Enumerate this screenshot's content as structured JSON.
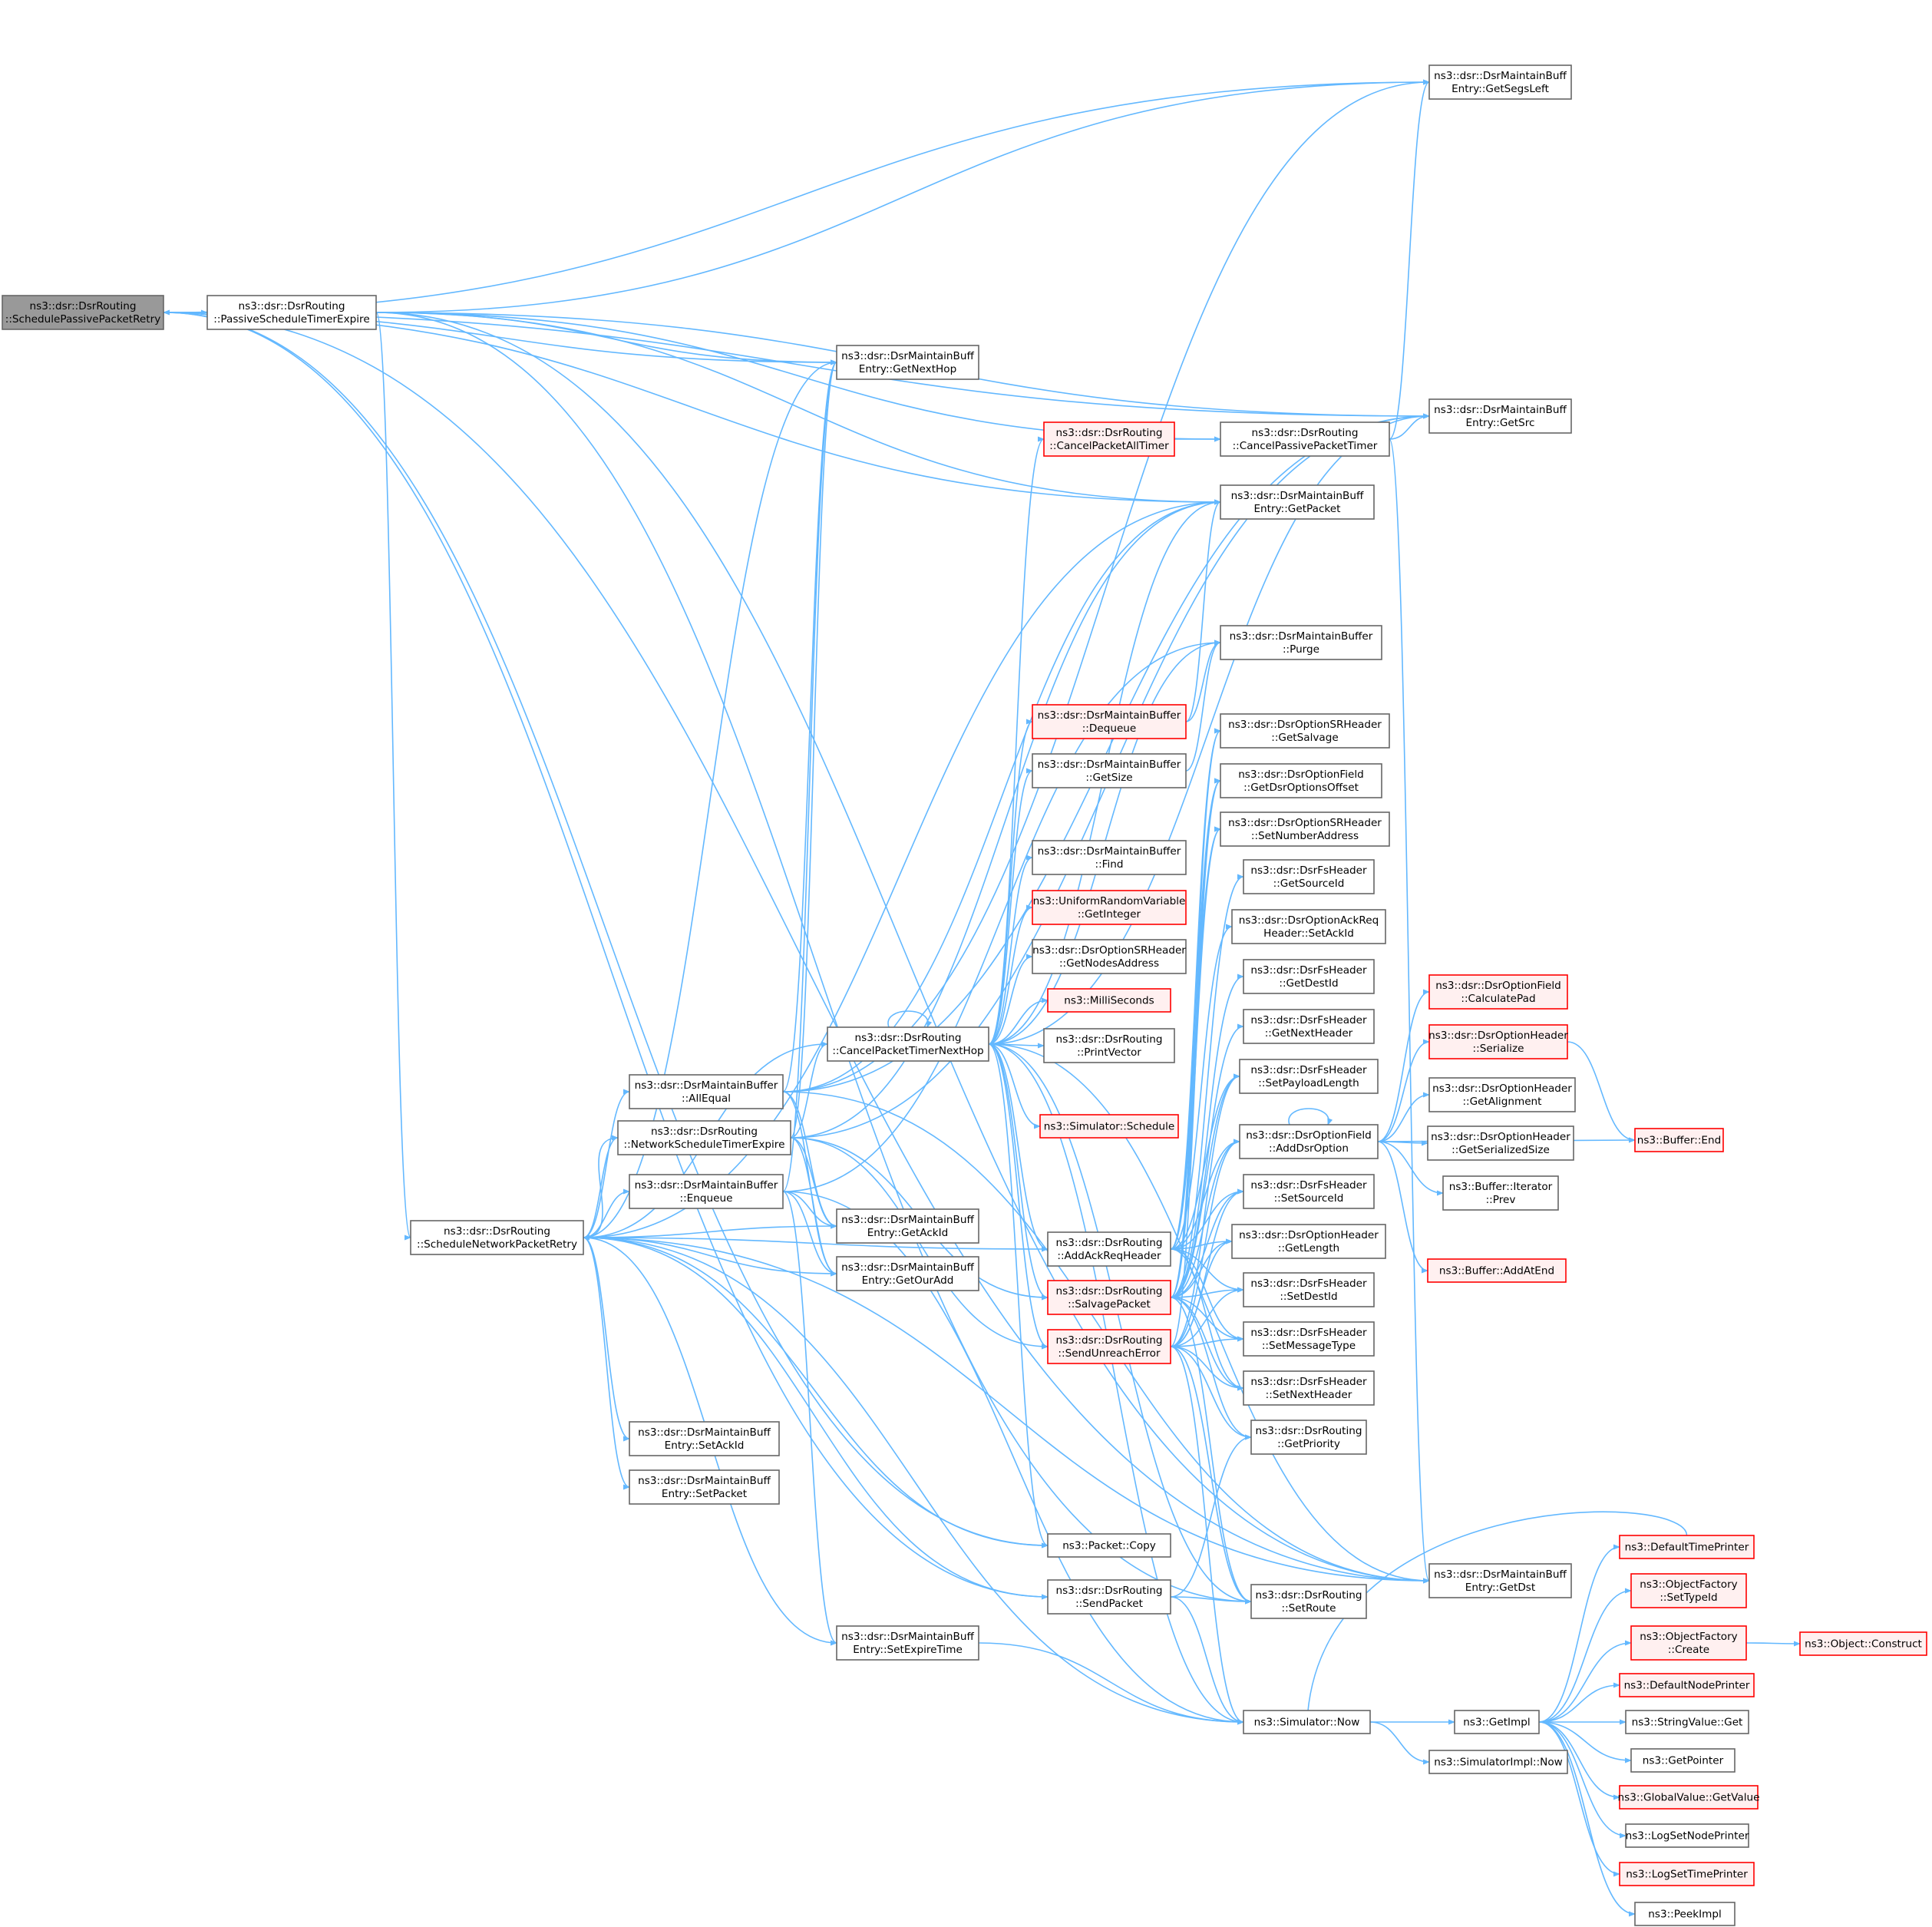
{
  "colors": {
    "edge": "#63b8ff",
    "node_fill": "#ffffff",
    "node_border": "#666666",
    "focus_fill": "#999999",
    "focus_border": "#666666",
    "truncated_fill": "#fff0f0",
    "truncated_border": "#ff0000"
  },
  "nodes": [
    {
      "id": "n0",
      "style": "focus",
      "lines": [
        "ns3::dsr::DsrRouting",
        "::SchedulePassivePacketRetry"
      ]
    },
    {
      "id": "n1",
      "style": "normal",
      "lines": [
        "ns3::dsr::DsrRouting",
        "::PassiveScheduleTimerExpire"
      ]
    },
    {
      "id": "n2",
      "style": "normal",
      "lines": [
        "ns3::dsr::DsrRouting",
        "::ScheduleNetworkPacketRetry"
      ]
    },
    {
      "id": "n3",
      "style": "normal",
      "lines": [
        "ns3::dsr::DsrMaintainBuffer",
        "::AllEqual"
      ]
    },
    {
      "id": "n4",
      "style": "normal",
      "lines": [
        "ns3::dsr::DsrRouting",
        "::NetworkScheduleTimerExpire"
      ]
    },
    {
      "id": "n5",
      "style": "normal",
      "lines": [
        "ns3::dsr::DsrMaintainBuffer",
        "::Enqueue"
      ]
    },
    {
      "id": "n6",
      "style": "normal",
      "lines": [
        "ns3::dsr::DsrMaintainBuff",
        "Entry::SetAckId"
      ]
    },
    {
      "id": "n7",
      "style": "normal",
      "lines": [
        "ns3::dsr::DsrMaintainBuff",
        "Entry::SetPacket"
      ]
    },
    {
      "id": "n8",
      "style": "normal",
      "lines": [
        "ns3::dsr::DsrMaintainBuff",
        "Entry::GetNextHop"
      ]
    },
    {
      "id": "n9",
      "style": "normal",
      "lines": [
        "ns3::dsr::DsrMaintainBuff",
        "Entry::GetAckId"
      ]
    },
    {
      "id": "n10",
      "style": "normal",
      "lines": [
        "ns3::dsr::DsrMaintainBuff",
        "Entry::GetOurAdd"
      ]
    },
    {
      "id": "n11",
      "style": "normal",
      "lines": [
        "ns3::dsr::DsrMaintainBuff",
        "Entry::SetExpireTime"
      ]
    },
    {
      "id": "n12",
      "style": "normal",
      "lines": [
        "ns3::dsr::DsrRouting",
        "::CancelPacketTimerNextHop"
      ]
    },
    {
      "id": "n13",
      "style": "truncated",
      "lines": [
        "ns3::dsr::DsrRouting",
        "::CancelPacketAllTimer"
      ]
    },
    {
      "id": "n14",
      "style": "truncated",
      "lines": [
        "ns3::dsr::DsrMaintainBuffer",
        "::Dequeue"
      ]
    },
    {
      "id": "n15",
      "style": "normal",
      "lines": [
        "ns3::dsr::DsrMaintainBuffer",
        "::GetSize"
      ]
    },
    {
      "id": "n16",
      "style": "normal",
      "lines": [
        "ns3::dsr::DsrMaintainBuffer",
        "::Find"
      ]
    },
    {
      "id": "n17",
      "style": "truncated",
      "lines": [
        "ns3::UniformRandomVariable",
        "::GetInteger"
      ]
    },
    {
      "id": "n18",
      "style": "normal",
      "lines": [
        "ns3::dsr::DsrOptionSRHeader",
        "::GetNodesAddress"
      ]
    },
    {
      "id": "n19",
      "style": "truncated",
      "lines": [
        "ns3::MilliSeconds"
      ]
    },
    {
      "id": "n20",
      "style": "normal",
      "lines": [
        "ns3::dsr::DsrRouting",
        "::PrintVector"
      ]
    },
    {
      "id": "n21",
      "style": "truncated",
      "lines": [
        "ns3::Simulator::Schedule"
      ]
    },
    {
      "id": "n22",
      "style": "normal",
      "lines": [
        "ns3::dsr::DsrRouting",
        "::AddAckReqHeader"
      ]
    },
    {
      "id": "n23",
      "style": "truncated",
      "lines": [
        "ns3::dsr::DsrRouting",
        "::SalvagePacket"
      ]
    },
    {
      "id": "n24",
      "style": "truncated",
      "lines": [
        "ns3::dsr::DsrRouting",
        "::SendUnreachError"
      ]
    },
    {
      "id": "n25",
      "style": "normal",
      "lines": [
        "ns3::Packet::Copy"
      ]
    },
    {
      "id": "n26",
      "style": "normal",
      "lines": [
        "ns3::dsr::DsrRouting",
        "::SendPacket"
      ]
    },
    {
      "id": "n27",
      "style": "normal",
      "lines": [
        "ns3::dsr::DsrRouting",
        "::CancelPassivePacketTimer"
      ]
    },
    {
      "id": "n28",
      "style": "normal",
      "lines": [
        "ns3::dsr::DsrMaintainBuff",
        "Entry::GetPacket"
      ]
    },
    {
      "id": "n29",
      "style": "normal",
      "lines": [
        "ns3::dsr::DsrMaintainBuffer",
        "::Purge"
      ]
    },
    {
      "id": "n30",
      "style": "normal",
      "lines": [
        "ns3::dsr::DsrOptionSRHeader",
        "::GetSalvage"
      ]
    },
    {
      "id": "n31",
      "style": "normal",
      "lines": [
        "ns3::dsr::DsrOptionField",
        "::GetDsrOptionsOffset"
      ]
    },
    {
      "id": "n32",
      "style": "normal",
      "lines": [
        "ns3::dsr::DsrOptionSRHeader",
        "::SetNumberAddress"
      ]
    },
    {
      "id": "n33",
      "style": "normal",
      "lines": [
        "ns3::dsr::DsrFsHeader",
        "::GetSourceId"
      ]
    },
    {
      "id": "n34",
      "style": "normal",
      "lines": [
        "ns3::dsr::DsrOptionAckReq",
        "Header::SetAckId"
      ]
    },
    {
      "id": "n35",
      "style": "normal",
      "lines": [
        "ns3::dsr::DsrFsHeader",
        "::GetDestId"
      ]
    },
    {
      "id": "n36",
      "style": "normal",
      "lines": [
        "ns3::dsr::DsrFsHeader",
        "::GetNextHeader"
      ]
    },
    {
      "id": "n37",
      "style": "normal",
      "lines": [
        "ns3::dsr::DsrFsHeader",
        "::SetPayloadLength"
      ]
    },
    {
      "id": "n38",
      "style": "normal",
      "lines": [
        "ns3::dsr::DsrOptionField",
        "::AddDsrOption"
      ]
    },
    {
      "id": "n39",
      "style": "normal",
      "lines": [
        "ns3::dsr::DsrFsHeader",
        "::SetSourceId"
      ]
    },
    {
      "id": "n40",
      "style": "normal",
      "lines": [
        "ns3::dsr::DsrOptionHeader",
        "::GetLength"
      ]
    },
    {
      "id": "n41",
      "style": "normal",
      "lines": [
        "ns3::dsr::DsrFsHeader",
        "::SetDestId"
      ]
    },
    {
      "id": "n42",
      "style": "normal",
      "lines": [
        "ns3::dsr::DsrFsHeader",
        "::SetMessageType"
      ]
    },
    {
      "id": "n43",
      "style": "normal",
      "lines": [
        "ns3::dsr::DsrFsHeader",
        "::SetNextHeader"
      ]
    },
    {
      "id": "n44",
      "style": "normal",
      "lines": [
        "ns3::dsr::DsrRouting",
        "::GetPriority"
      ]
    },
    {
      "id": "n45",
      "style": "normal",
      "lines": [
        "ns3::dsr::DsrRouting",
        "::SetRoute"
      ]
    },
    {
      "id": "n46",
      "style": "normal",
      "lines": [
        "ns3::Simulator::Now"
      ]
    },
    {
      "id": "n47",
      "style": "normal",
      "lines": [
        "ns3::dsr::DsrMaintainBuff",
        "Entry::GetSegsLeft"
      ]
    },
    {
      "id": "n48",
      "style": "normal",
      "lines": [
        "ns3::dsr::DsrMaintainBuff",
        "Entry::GetSrc"
      ]
    },
    {
      "id": "n49",
      "style": "normal",
      "lines": [
        "ns3::dsr::DsrMaintainBuff",
        "Entry::GetDst"
      ]
    },
    {
      "id": "n50",
      "style": "truncated",
      "lines": [
        "ns3::dsr::DsrOptionField",
        "::CalculatePad"
      ]
    },
    {
      "id": "n51",
      "style": "truncated",
      "lines": [
        "ns3::dsr::DsrOptionHeader",
        "::Serialize"
      ]
    },
    {
      "id": "n52",
      "style": "normal",
      "lines": [
        "ns3::dsr::DsrOptionHeader",
        "::GetAlignment"
      ]
    },
    {
      "id": "n53",
      "style": "normal",
      "lines": [
        "ns3::dsr::DsrOptionHeader",
        "::GetSerializedSize"
      ]
    },
    {
      "id": "n54",
      "style": "normal",
      "lines": [
        "ns3::Buffer::Iterator",
        "::Prev"
      ]
    },
    {
      "id": "n55",
      "style": "truncated",
      "lines": [
        "ns3::Buffer::AddAtEnd"
      ]
    },
    {
      "id": "n56",
      "style": "truncated",
      "lines": [
        "ns3::Buffer::End"
      ]
    },
    {
      "id": "n57",
      "style": "normal",
      "lines": [
        "ns3::GetImpl"
      ]
    },
    {
      "id": "n58",
      "style": "normal",
      "lines": [
        "ns3::SimulatorImpl::Now"
      ]
    },
    {
      "id": "n59",
      "style": "truncated",
      "lines": [
        "ns3::DefaultTimePrinter"
      ]
    },
    {
      "id": "n60",
      "style": "truncated",
      "lines": [
        "ns3::ObjectFactory",
        "::SetTypeId"
      ]
    },
    {
      "id": "n61",
      "style": "truncated",
      "lines": [
        "ns3::ObjectFactory",
        "::Create"
      ]
    },
    {
      "id": "n62",
      "style": "truncated",
      "lines": [
        "ns3::Object::Construct"
      ]
    },
    {
      "id": "n63",
      "style": "truncated",
      "lines": [
        "ns3::DefaultNodePrinter"
      ]
    },
    {
      "id": "n64",
      "style": "normal",
      "lines": [
        "ns3::StringValue::Get"
      ]
    },
    {
      "id": "n65",
      "style": "normal",
      "lines": [
        "ns3::GetPointer"
      ]
    },
    {
      "id": "n66",
      "style": "truncated",
      "lines": [
        "ns3::GlobalValue::GetValue"
      ]
    },
    {
      "id": "n67",
      "style": "normal",
      "lines": [
        "ns3::LogSetNodePrinter"
      ]
    },
    {
      "id": "n68",
      "style": "truncated",
      "lines": [
        "ns3::LogSetTimePrinter"
      ]
    },
    {
      "id": "n69",
      "style": "normal",
      "lines": [
        "ns3::PeekImpl"
      ]
    }
  ],
  "edges": [
    [
      "n0",
      "n1"
    ],
    [
      "n1",
      "n0"
    ],
    [
      "n0",
      "n47"
    ],
    [
      "n0",
      "n48"
    ],
    [
      "n0",
      "n8"
    ],
    [
      "n0",
      "n28"
    ],
    [
      "n0",
      "n25"
    ],
    [
      "n0",
      "n26"
    ],
    [
      "n0",
      "n49"
    ],
    [
      "n1",
      "n2"
    ],
    [
      "n1",
      "n47"
    ],
    [
      "n1",
      "n48"
    ],
    [
      "n1",
      "n8"
    ],
    [
      "n1",
      "n27"
    ],
    [
      "n1",
      "n28"
    ],
    [
      "n1",
      "n49"
    ],
    [
      "n1",
      "n45"
    ],
    [
      "n2",
      "n3"
    ],
    [
      "n2",
      "n4"
    ],
    [
      "n2",
      "n5"
    ],
    [
      "n2",
      "n6"
    ],
    [
      "n2",
      "n7"
    ],
    [
      "n2",
      "n8"
    ],
    [
      "n2",
      "n9"
    ],
    [
      "n2",
      "n10"
    ],
    [
      "n2",
      "n11"
    ],
    [
      "n2",
      "n12"
    ],
    [
      "n2",
      "n22"
    ],
    [
      "n2",
      "n25"
    ],
    [
      "n2",
      "n26"
    ],
    [
      "n2",
      "n28"
    ],
    [
      "n2",
      "n46"
    ],
    [
      "n2",
      "n49"
    ],
    [
      "n3",
      "n8"
    ],
    [
      "n3",
      "n9"
    ],
    [
      "n3",
      "n10"
    ],
    [
      "n3",
      "n47"
    ],
    [
      "n3",
      "n48"
    ],
    [
      "n3",
      "n28"
    ],
    [
      "n3",
      "n49"
    ],
    [
      "n4",
      "n2"
    ],
    [
      "n4",
      "n12"
    ],
    [
      "n4",
      "n23"
    ],
    [
      "n4",
      "n24"
    ],
    [
      "n4",
      "n8"
    ],
    [
      "n4",
      "n9"
    ],
    [
      "n4",
      "n10"
    ],
    [
      "n4",
      "n48"
    ],
    [
      "n4",
      "n28"
    ],
    [
      "n5",
      "n9"
    ],
    [
      "n5",
      "n10"
    ],
    [
      "n5",
      "n11"
    ],
    [
      "n5",
      "n29"
    ],
    [
      "n5",
      "n8"
    ],
    [
      "n5",
      "n46"
    ],
    [
      "n11",
      "n46"
    ],
    [
      "n12",
      "n12"
    ],
    [
      "n12",
      "n13"
    ],
    [
      "n12",
      "n14"
    ],
    [
      "n12",
      "n15"
    ],
    [
      "n12",
      "n16"
    ],
    [
      "n12",
      "n17"
    ],
    [
      "n12",
      "n18"
    ],
    [
      "n12",
      "n19"
    ],
    [
      "n12",
      "n20"
    ],
    [
      "n12",
      "n21"
    ],
    [
      "n12",
      "n22"
    ],
    [
      "n12",
      "n23"
    ],
    [
      "n12",
      "n24"
    ],
    [
      "n12",
      "n25"
    ],
    [
      "n12",
      "n28"
    ],
    [
      "n12",
      "n29"
    ],
    [
      "n12",
      "n48"
    ],
    [
      "n12",
      "n49"
    ],
    [
      "n12",
      "n46"
    ],
    [
      "n12",
      "n45"
    ],
    [
      "n13",
      "n27"
    ],
    [
      "n14",
      "n28"
    ],
    [
      "n14",
      "n29"
    ],
    [
      "n15",
      "n29"
    ],
    [
      "n22",
      "n30"
    ],
    [
      "n22",
      "n31"
    ],
    [
      "n22",
      "n32"
    ],
    [
      "n22",
      "n34"
    ],
    [
      "n22",
      "n38"
    ],
    [
      "n22",
      "n40"
    ],
    [
      "n22",
      "n42"
    ],
    [
      "n22",
      "n43"
    ],
    [
      "n22",
      "n39"
    ],
    [
      "n22",
      "n41"
    ],
    [
      "n22",
      "n37"
    ],
    [
      "n23",
      "n30"
    ],
    [
      "n23",
      "n31"
    ],
    [
      "n23",
      "n32"
    ],
    [
      "n23",
      "n33"
    ],
    [
      "n23",
      "n35"
    ],
    [
      "n23",
      "n36"
    ],
    [
      "n23",
      "n37"
    ],
    [
      "n23",
      "n38"
    ],
    [
      "n23",
      "n39"
    ],
    [
      "n23",
      "n40"
    ],
    [
      "n23",
      "n41"
    ],
    [
      "n23",
      "n42"
    ],
    [
      "n23",
      "n43"
    ],
    [
      "n23",
      "n44"
    ],
    [
      "n23",
      "n45"
    ],
    [
      "n24",
      "n31"
    ],
    [
      "n24",
      "n37"
    ],
    [
      "n24",
      "n38"
    ],
    [
      "n24",
      "n39"
    ],
    [
      "n24",
      "n40"
    ],
    [
      "n24",
      "n41"
    ],
    [
      "n24",
      "n42"
    ],
    [
      "n24",
      "n43"
    ],
    [
      "n24",
      "n44"
    ],
    [
      "n24",
      "n45"
    ],
    [
      "n24",
      "n46"
    ],
    [
      "n26",
      "n44"
    ],
    [
      "n26",
      "n45"
    ],
    [
      "n26",
      "n46"
    ],
    [
      "n27",
      "n47"
    ],
    [
      "n27",
      "n48"
    ],
    [
      "n27",
      "n49"
    ],
    [
      "n38",
      "n38"
    ],
    [
      "n38",
      "n50"
    ],
    [
      "n38",
      "n51"
    ],
    [
      "n38",
      "n52"
    ],
    [
      "n38",
      "n53"
    ],
    [
      "n38",
      "n54"
    ],
    [
      "n38",
      "n55"
    ],
    [
      "n38",
      "n56"
    ],
    [
      "n51",
      "n56"
    ],
    [
      "n46",
      "n57"
    ],
    [
      "n46",
      "n58"
    ],
    [
      "n57",
      "n59"
    ],
    [
      "n57",
      "n60"
    ],
    [
      "n57",
      "n61"
    ],
    [
      "n57",
      "n63"
    ],
    [
      "n57",
      "n64"
    ],
    [
      "n57",
      "n65"
    ],
    [
      "n57",
      "n66"
    ],
    [
      "n57",
      "n67"
    ],
    [
      "n57",
      "n68"
    ],
    [
      "n57",
      "n69"
    ],
    [
      "n59",
      "n46"
    ],
    [
      "n61",
      "n62"
    ]
  ]
}
